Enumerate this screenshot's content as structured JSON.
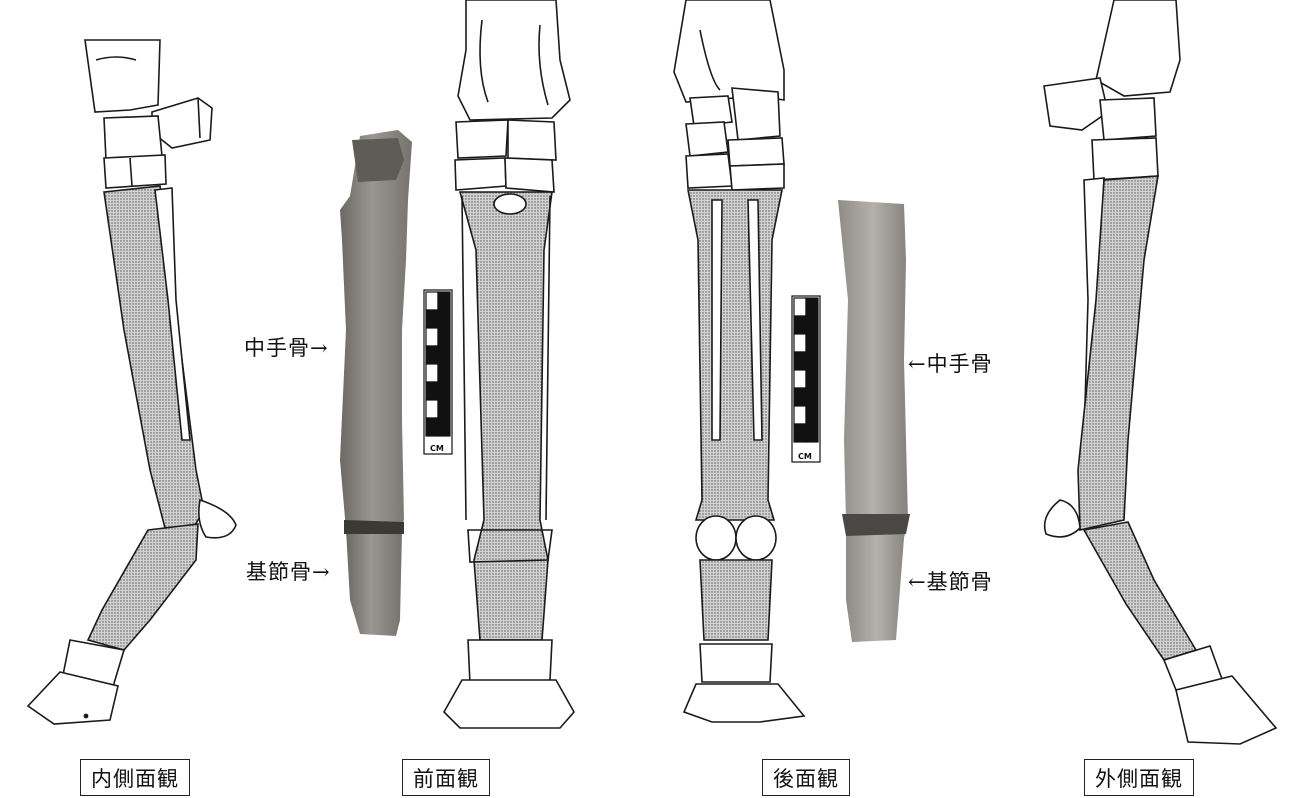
{
  "views": {
    "medial": "内側面観",
    "anterior": "前面観",
    "posterior": "後面観",
    "lateral": "外側面観"
  },
  "bone_labels": {
    "metacarpal_left": "中手骨→",
    "phalanx_left": "基節骨→",
    "metacarpal_right": "←中手骨",
    "phalanx_right": "←基節骨"
  },
  "scale": {
    "unit_left": "CM",
    "unit_right": "CM"
  },
  "colors": {
    "line": "#1a1a1a",
    "stipple": "#b9b9b9",
    "bone_dark": "#7d7a76",
    "bone_light": "#a3a09b"
  }
}
